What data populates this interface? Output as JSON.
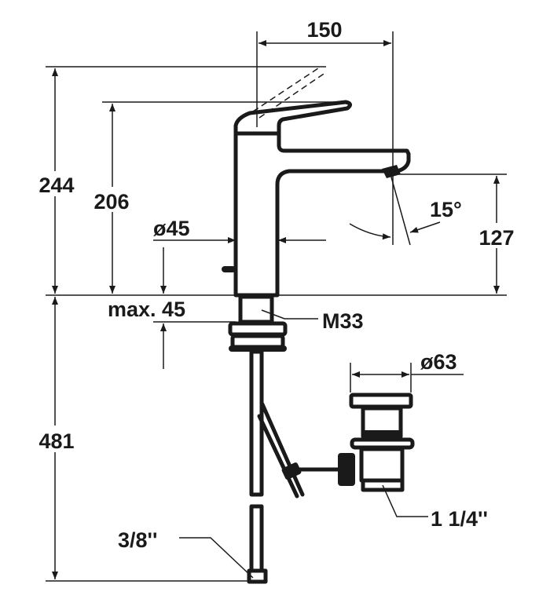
{
  "drawing": {
    "dimensions": {
      "spout_reach": "150",
      "total_height_lever": "244",
      "height_lever": "206",
      "spout_height": "127",
      "body_diameter": "ø45",
      "max_deck_thickness": "max. 45",
      "thread": "M33",
      "spout_angle": "15°",
      "below_deck_length": "481",
      "waste_diameter": "ø63",
      "waste_thread": "1 1/4''",
      "hose_thread": "3/8''"
    },
    "colors": {
      "ink": "#1a1a1a",
      "background": "#ffffff"
    }
  }
}
